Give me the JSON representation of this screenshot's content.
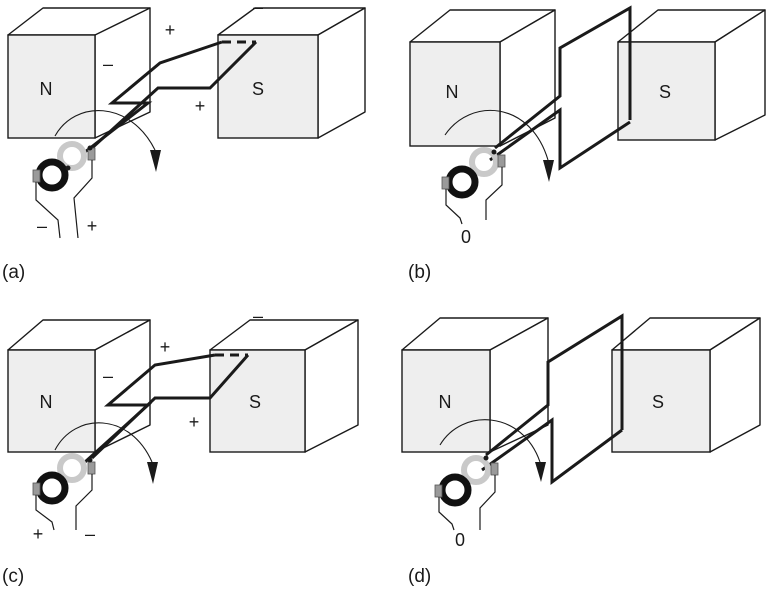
{
  "panels": [
    {
      "label": "(a)",
      "north": "N",
      "south": "S",
      "coil_ends": [
        "+",
        "–",
        "–",
        "+"
      ],
      "terminals": [
        "–",
        "+"
      ]
    },
    {
      "label": "(b)",
      "north": "N",
      "south": "S",
      "coil_ends": [],
      "terminals": [
        "0"
      ]
    },
    {
      "label": "(c)",
      "north": "N",
      "south": "S",
      "coil_ends": [
        "+",
        "–",
        "–",
        "+"
      ],
      "terminals": [
        "+",
        "–"
      ]
    },
    {
      "label": "(d)",
      "north": "N",
      "south": "S",
      "coil_ends": [],
      "terminals": [
        "0"
      ]
    }
  ]
}
